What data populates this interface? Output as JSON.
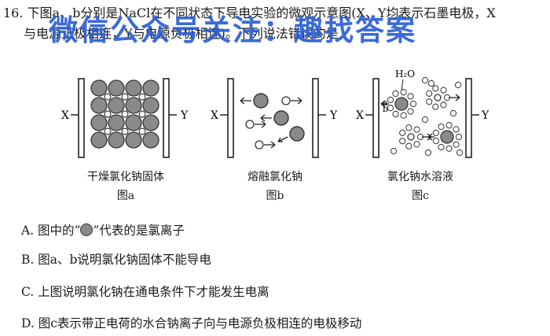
{
  "question": {
    "number": "16.",
    "line1": "下图a、b分别是NaCl在不同状态下导电实验的微观示意图(X、Y均表示石墨电极，X",
    "line2": "与电源正极相连，Y与电源负极相连)。下列说法错误的是"
  },
  "watermark": "微信公众号关注：趣找答案",
  "figures": [
    {
      "name": "干燥氯化钠固体",
      "id": "图a",
      "electrode_left": "X",
      "electrode_right": "Y"
    },
    {
      "name": "熔融氯化钠",
      "id": "图b",
      "electrode_left": "X",
      "electrode_right": "Y"
    },
    {
      "name": "氯化钠水溶液",
      "id": "图c",
      "electrode_left": "X",
      "electrode_right": "Y",
      "water_label": "H₂O",
      "ion_label_a": "a",
      "ion_label_b": "b"
    }
  ],
  "options": {
    "a_pre": "A. 图中的“",
    "a_post": "”代表的是氯离子",
    "b": "B. 图a、b说明氯化钠固体不能导电",
    "c": "C. 上图说明氯化钠在通电条件下才能发生电离",
    "d": "D. 图c表示带正电荷的水合钠离子向与电源负极相连的电极移动"
  },
  "icons": {
    "large_ion": "gray-filled-circle",
    "small_ion": "open-circle"
  },
  "colors": {
    "watermark": "#2d5fd6",
    "large_ion": "#8a8a8a"
  }
}
